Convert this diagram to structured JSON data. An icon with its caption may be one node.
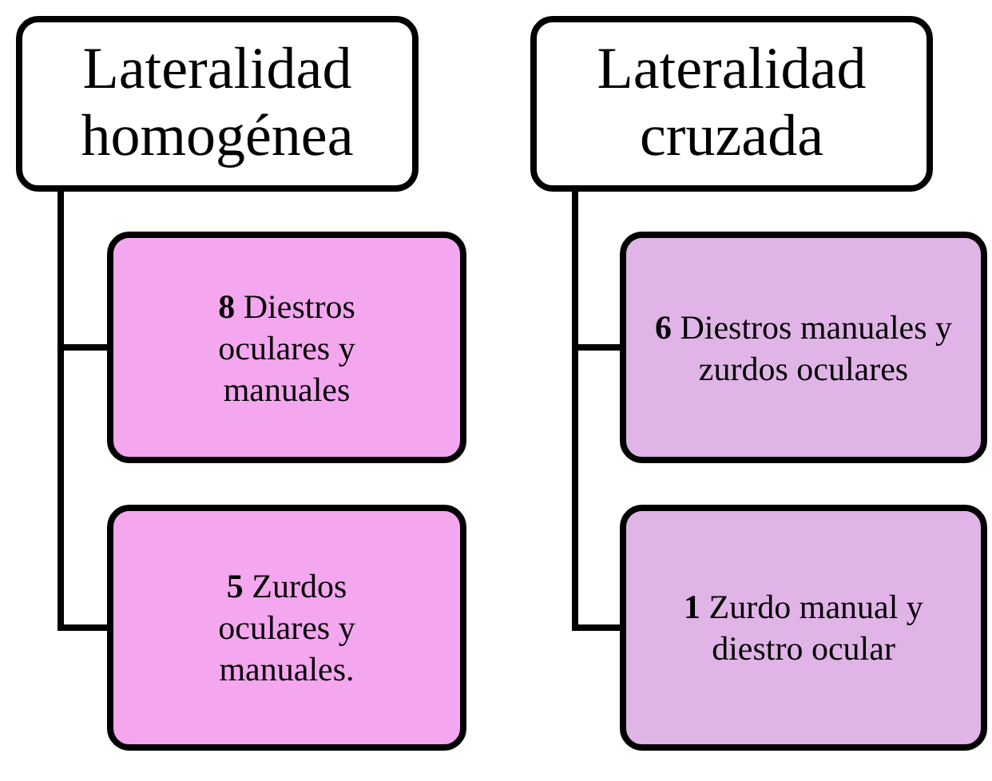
{
  "diagram": {
    "nodes": [
      {
        "text": [
          "Lateralidad homogénea"
        ]
      },
      {
        "text": [
          "**8** Diestros oculares y manuales"
        ]
      },
      {
        "text": [
          "**5** Zurdos oculares y manuales."
        ]
      },
      {
        "text": [
          "Lateralidad cruzada"
        ]
      },
      {
        "text": [
          "**6** Diestros manuales y zurdos oculares"
        ]
      },
      {
        "text": [
          "**1** Zurdo manual y diestro ocular"
        ]
      }
    ],
    "edges": [
      {
        "from": 0,
        "to": 1,
        "arrow": "none"
      },
      {
        "from": 0,
        "to": 2,
        "arrow": "none"
      },
      {
        "from": 3,
        "to": 4,
        "arrow": "none"
      },
      {
        "from": 3,
        "to": 5,
        "arrow": "none"
      }
    ]
  }
}
